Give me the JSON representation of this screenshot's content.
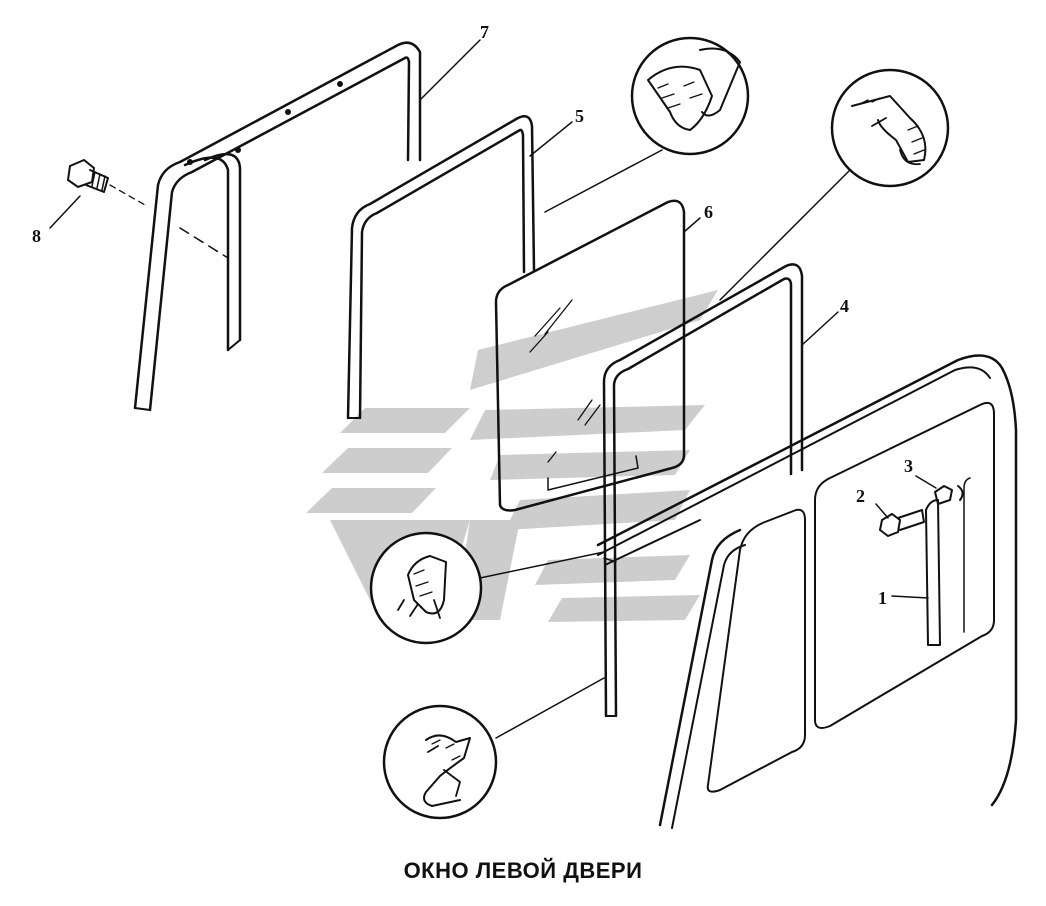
{
  "caption": "ОКНО ЛЕВОЙ ДВЕРИ",
  "callouts": {
    "c1": "1",
    "c2": "2",
    "c3": "3",
    "c4": "4",
    "c5": "5",
    "c6": "6",
    "c7": "7",
    "c8": "8"
  },
  "colors": {
    "line": "#111111",
    "watermark": "#bdbdbd",
    "background": "#ffffff"
  }
}
